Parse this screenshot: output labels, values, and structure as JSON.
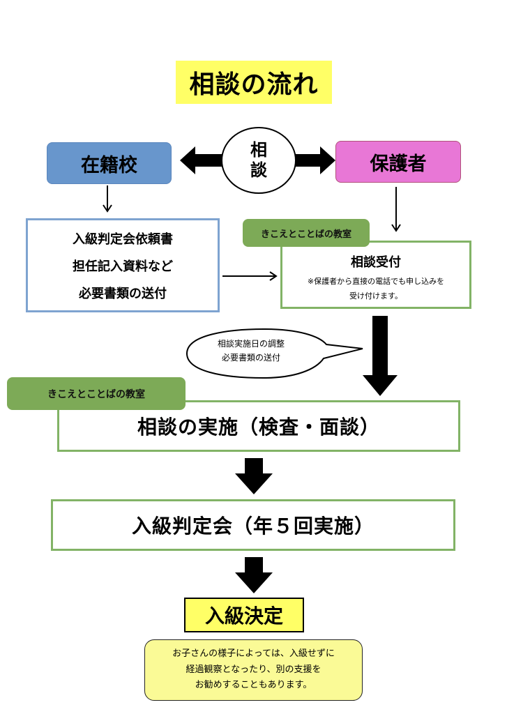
{
  "title": "相談の流れ",
  "top_row": {
    "school": "在籍校",
    "consultation_circle": [
      "相",
      "談"
    ],
    "parent": "保護者"
  },
  "school_documents": {
    "lines": [
      "入級判定会依頼書",
      "担任記入資料など",
      "必要書類の送付"
    ]
  },
  "reception": {
    "tag": "きこえとことばの教室",
    "title": "相談受付",
    "note_lines": [
      "※保護者から直接の電話でも申し込みを",
      "受け付けます。"
    ]
  },
  "speech_bubble": {
    "lines": [
      "相談実施日の調整",
      "必要書類の送付"
    ]
  },
  "consultation": {
    "tag": "きこえとことばの教室",
    "title": "相談の実施（検査・面談）"
  },
  "judgment_meeting": {
    "title": "入級判定会（年５回実施）"
  },
  "decision": {
    "title": "入級決定"
  },
  "footnote": {
    "lines": [
      "お子さんの様子によっては、入級せずに",
      "経過観察となったり、別の支援を",
      "お勧めすることもあります。"
    ]
  },
  "colors": {
    "title_bg": "#ffff66",
    "school_bg": "#6896cc",
    "parent_bg": "#e877d6",
    "tag_green": "#7daa57",
    "box_green_border": "#82b366",
    "box_blue_border": "#7ea3d0",
    "note_bg": "#fafa96"
  }
}
